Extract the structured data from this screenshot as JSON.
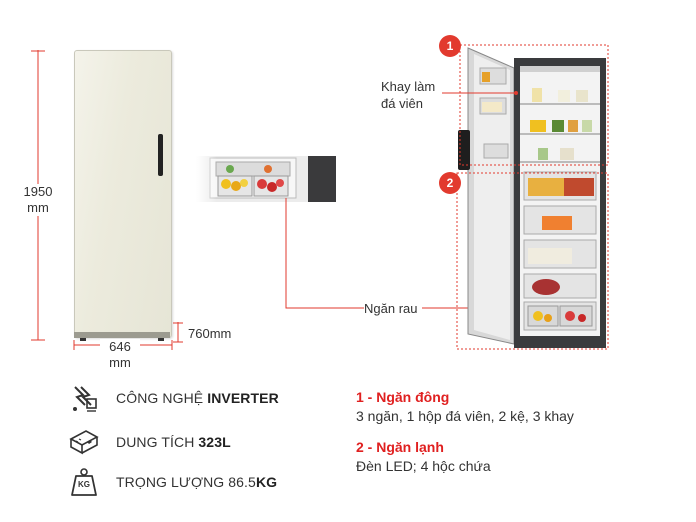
{
  "dimensions": {
    "height_value": "1950",
    "height_unit": "mm",
    "width_value": "646",
    "width_unit": "mm",
    "depth_label": "760mm"
  },
  "callouts": {
    "ice_tray": "Khay làm",
    "ice_tray_2": "đá viên",
    "veg_drawer": "Ngăn rau"
  },
  "badges": [
    "1",
    "2"
  ],
  "features": [
    {
      "icon": "inverter-chip-icon",
      "prefix": "CÔNG NGHỆ ",
      "bold": "INVERTER"
    },
    {
      "icon": "capacity-icon",
      "prefix": "DUNG TÍCH ",
      "bold": "323L"
    },
    {
      "icon": "weight-icon",
      "icon_text": "KG",
      "prefix": "TRỌNG LƯỢNG 86.5",
      "bold": "KG"
    }
  ],
  "zones": [
    {
      "title": "1 - Ngăn đông",
      "desc": "3 ngăn, 1 hộp đá viên, 2 kệ, 3 khay"
    },
    {
      "title": "2 - Ngăn lạnh",
      "desc": "Đèn LED; 4 hộc chứa"
    }
  ],
  "colors": {
    "accent_red": "#e23a2e",
    "fridge_panel": "#ecebdd"
  }
}
